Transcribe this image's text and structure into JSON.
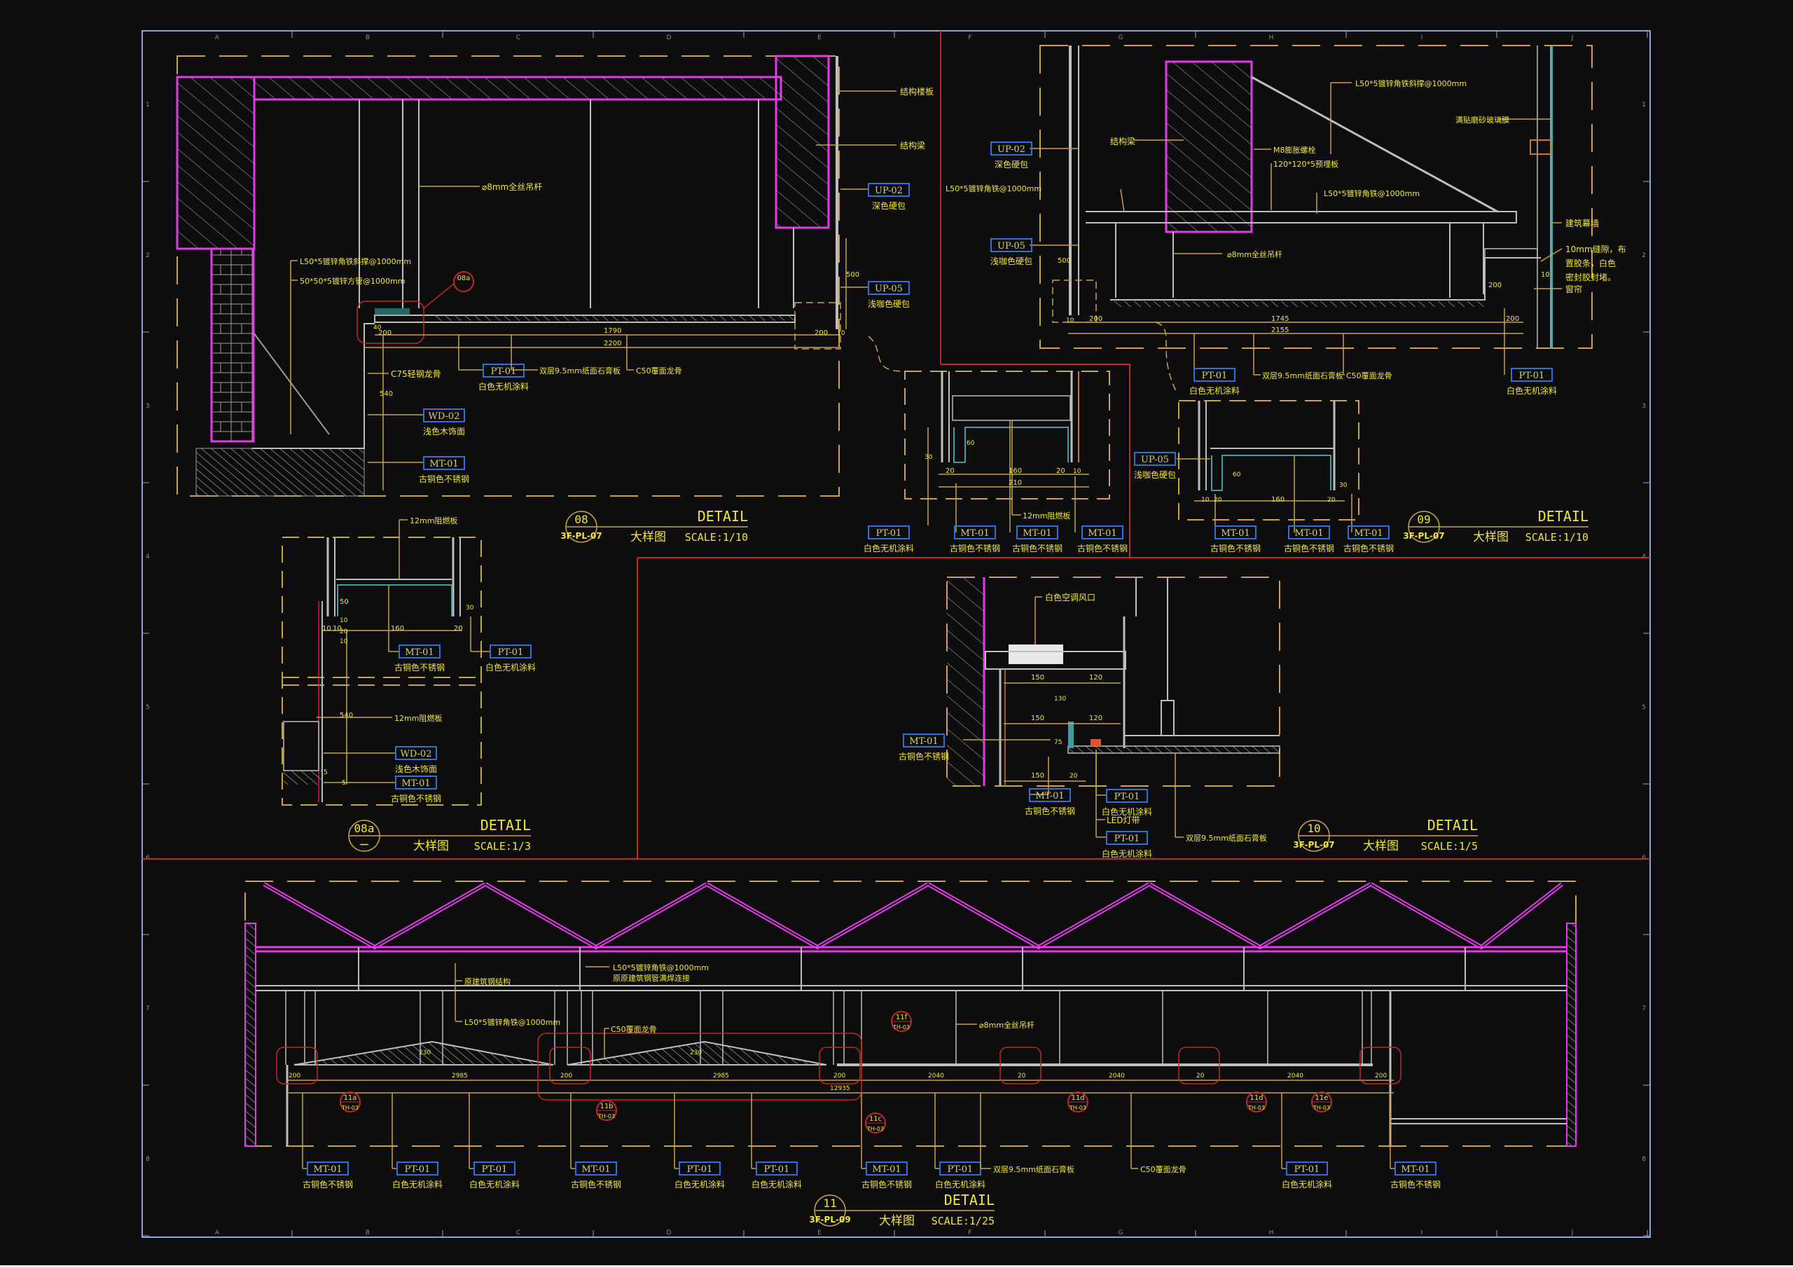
{
  "drawing": {
    "grid_columns": [
      "A",
      "B",
      "C",
      "D",
      "E",
      "F",
      "G",
      "H",
      "I",
      "J"
    ],
    "grid_rows": [
      "1",
      "2",
      "3",
      "4",
      "5",
      "6",
      "7",
      "8"
    ]
  },
  "details": [
    {
      "id": "08",
      "sheet": "3F-PL-07",
      "title_en": "DETAIL",
      "title_cn": "大样图",
      "scale": "SCALE:1/10",
      "notes": [
        "结构楼板",
        "结构梁",
        "⌀8mm全丝吊杆",
        "L50*5镀锌角铁斜撑@1000mm",
        "50*50*5镀锌方管@1000mm",
        "C75轻钢龙骨",
        "双层9.5mm纸面石膏板",
        "C50覆面龙骨"
      ],
      "tags": [
        {
          "code": "UP-02",
          "desc": "深色硬包"
        },
        {
          "code": "UP-05",
          "desc": "浅咖色硬包"
        },
        {
          "code": "PT-01",
          "desc": "白色无机涂料"
        },
        {
          "code": "WD-02",
          "desc": "浅色木饰面"
        },
        {
          "code": "MT-01",
          "desc": "古铜色不锈钢"
        }
      ],
      "dims": [
        "200",
        "1790",
        "2200",
        "200",
        "10",
        "540",
        "500",
        "40"
      ],
      "callout": "08a"
    },
    {
      "id": "09",
      "sheet": "3F-PL-07",
      "title_en": "DETAIL",
      "title_cn": "大样图",
      "scale": "SCALE:1/10",
      "notes": [
        "L50*5镀锌角铁斜撑@1000mm",
        "满贴磨砂玻璃膜",
        "结构梁",
        "M8膨胀螺栓",
        "120*120*5预埋板",
        "L50*5镀锌角铁@1000mm",
        "L50*5镀锌角铁@1000mm",
        "⌀8mm全丝吊杆",
        "建筑幕墙",
        "10mm缝隙，布",
        "置胶条，白色",
        "密封胶封堵。",
        "窗帘",
        "双层9.5mm纸面石膏板",
        "C50覆面龙骨",
        "12mm阻燃板"
      ],
      "tags": [
        {
          "code": "UP-02",
          "desc": "深色硬包"
        },
        {
          "code": "UP-05",
          "desc": "浅咖色硬包"
        },
        {
          "code": "PT-01",
          "desc": "白色无机涂料"
        },
        {
          "code": "PT-01",
          "desc": "白色无机涂料"
        },
        {
          "code": "UP-05",
          "desc": "浅咖色硬包"
        },
        {
          "code": "PT-01",
          "desc": "白色无机涂料"
        },
        {
          "code": "MT-01",
          "desc": "古铜色不锈钢"
        },
        {
          "code": "MT-01",
          "desc": "古铜色不锈钢"
        },
        {
          "code": "MT-01",
          "desc": "古铜色不锈钢"
        },
        {
          "code": "MT-01",
          "desc": "古铜色不锈钢"
        },
        {
          "code": "MT-01",
          "desc": "古铜色不锈钢"
        },
        {
          "code": "MT-01",
          "desc": "古铜色不锈钢"
        }
      ],
      "dims": [
        "10",
        "200",
        "1745",
        "200",
        "2155",
        "500",
        "200",
        "10",
        "20",
        "160",
        "20",
        "10",
        "210",
        "60",
        "30",
        "10",
        "20",
        "160",
        "20",
        "60",
        "30"
      ]
    },
    {
      "id": "08a",
      "sheet": "一",
      "title_en": "DETAIL",
      "title_cn": "大样图",
      "scale": "SCALE:1/3",
      "notes": [
        "12mm阻燃板",
        "12mm阻燃板"
      ],
      "tags": [
        {
          "code": "MT-01",
          "desc": "古铜色不锈钢"
        },
        {
          "code": "PT-01",
          "desc": "白色无机涂料"
        },
        {
          "code": "WD-02",
          "desc": "浅色木饰面"
        },
        {
          "code": "MT-01",
          "desc": "古铜色不锈钢"
        }
      ],
      "dims": [
        "10",
        "10",
        "160",
        "20",
        "50",
        "10",
        "20",
        "10",
        "30",
        "540",
        "5",
        "5"
      ]
    },
    {
      "id": "10",
      "sheet": "3F-PL-07",
      "title_en": "DETAIL",
      "title_cn": "大样图",
      "scale": "SCALE:1/5",
      "notes": [
        "白色空调风口",
        "LED灯带",
        "双层9.5mm纸面石膏板"
      ],
      "tags": [
        {
          "code": "MT-01",
          "desc": "古铜色不锈钢"
        },
        {
          "code": "MT-01",
          "desc": "古铜色不锈钢"
        },
        {
          "code": "PT-01",
          "desc": "白色无机涂料"
        },
        {
          "code": "PT-01",
          "desc": "白色无机涂料"
        }
      ],
      "dims": [
        "150",
        "120",
        "130",
        "150",
        "120",
        "75",
        "150",
        "20"
      ]
    },
    {
      "id": "11",
      "sheet": "3F-PL-09",
      "title_en": "DETAIL",
      "title_cn": "大样图",
      "scale": "SCALE:1/25",
      "notes": [
        "原建筑钢结构",
        "L50*5镀锌角铁@1000mm",
        "原原建筑钢管满焊连接",
        "L50*5镀锌角铁@1000mm",
        "C50覆面龙骨",
        "⌀8mm全丝吊杆",
        "双层9.5mm纸面石膏板",
        "C50覆面龙骨"
      ],
      "callouts": [
        {
          "id": "11a",
          "sheet": "TH-03"
        },
        {
          "id": "11b",
          "sheet": "TH-03"
        },
        {
          "id": "11c",
          "sheet": "TH-03"
        },
        {
          "id": "11d",
          "sheet": "TH-03"
        },
        {
          "id": "11d",
          "sheet": "TH-03"
        },
        {
          "id": "11e",
          "sheet": "TH-03"
        },
        {
          "id": "11f",
          "sheet": "TH-03"
        }
      ],
      "tags": [
        {
          "code": "MT-01",
          "desc": "古铜色不锈钢"
        },
        {
          "code": "PT-01",
          "desc": "白色无机涂料"
        },
        {
          "code": "PT-01",
          "desc": "白色无机涂料"
        },
        {
          "code": "MT-01",
          "desc": "古铜色不锈钢"
        },
        {
          "code": "PT-01",
          "desc": "白色无机涂料"
        },
        {
          "code": "PT-01",
          "desc": "白色无机涂料"
        },
        {
          "code": "MT-01",
          "desc": "古铜色不锈钢"
        },
        {
          "code": "PT-01",
          "desc": "白色无机涂料"
        },
        {
          "code": "PT-01",
          "desc": "白色无机涂料"
        },
        {
          "code": "MT-01",
          "desc": "古铜色不锈钢"
        }
      ],
      "dims": [
        "200",
        "2985",
        "200",
        "2985",
        "200",
        "12935",
        "2040",
        "20",
        "2040",
        "20",
        "2040",
        "200",
        "230",
        "230"
      ]
    }
  ],
  "colors": {
    "background": "#0d0d0d",
    "frame": "#8fa3d8",
    "structure": "#e23ce8",
    "leader": "#c9a24a",
    "text": "#f2e63a",
    "tag_border": "#2f6fd6",
    "section_divider": "#c0282a",
    "line": "#bdbdbd"
  }
}
